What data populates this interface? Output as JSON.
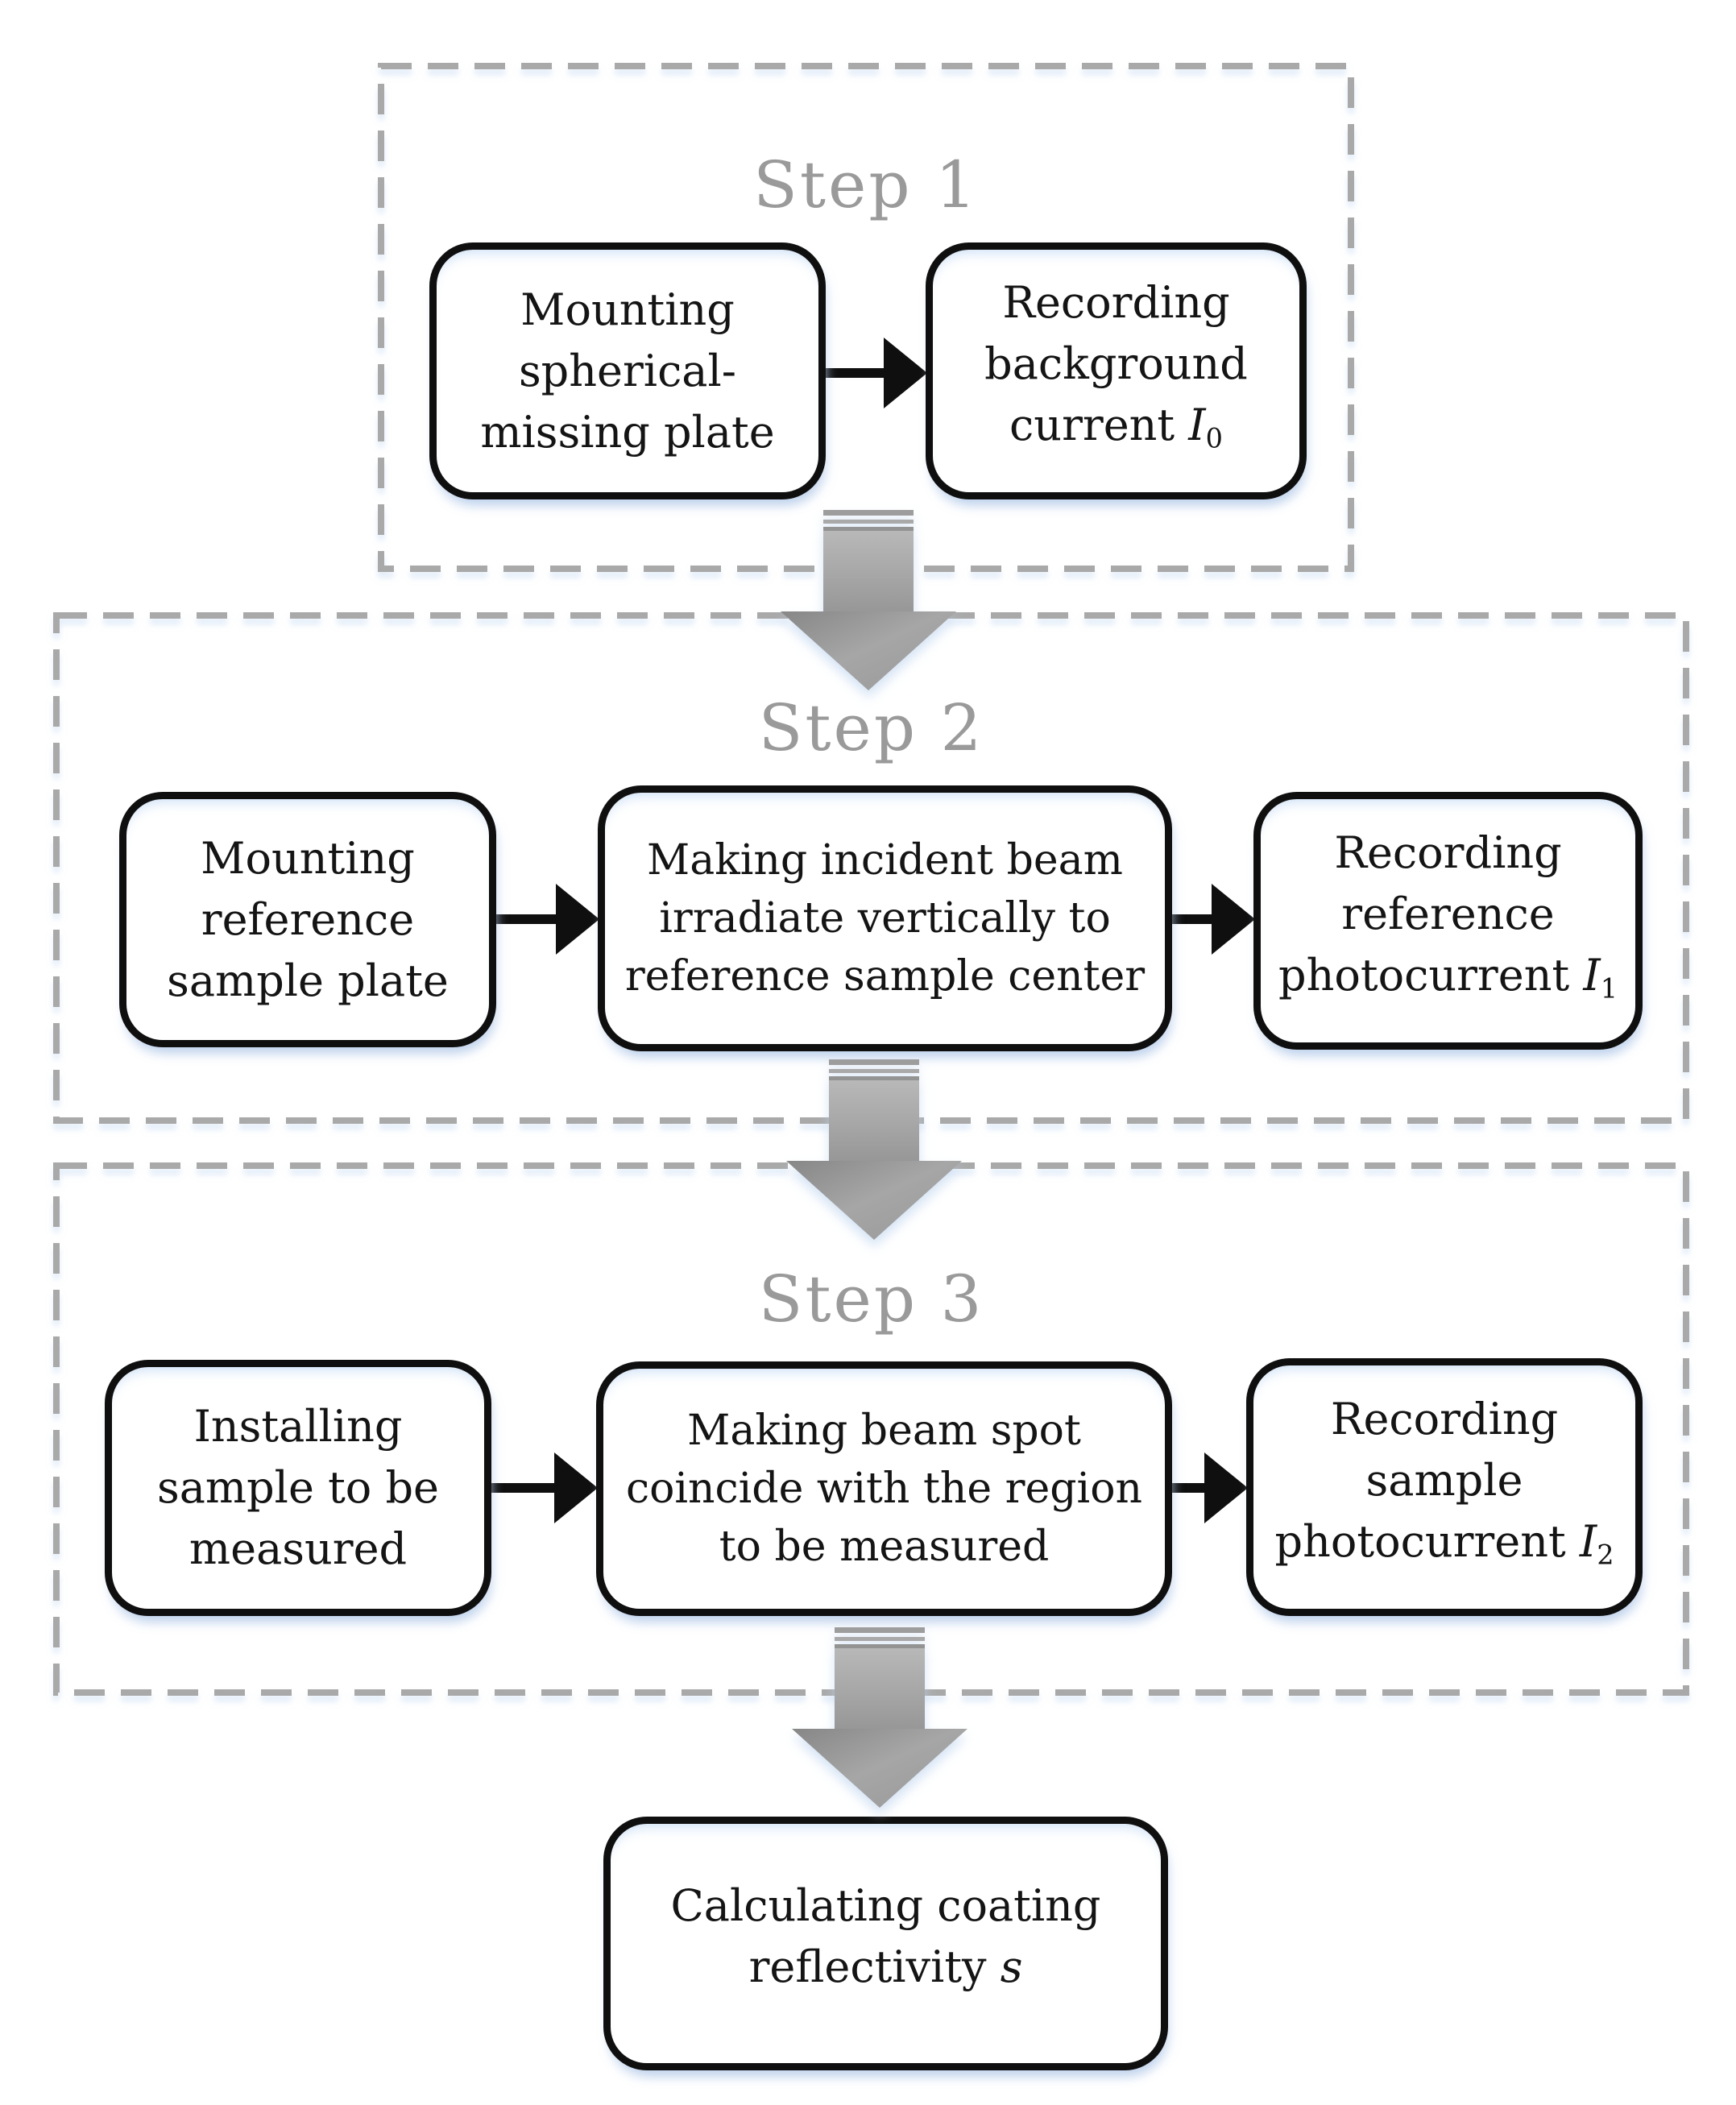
{
  "diagram": {
    "type": "flowchart",
    "colors": {
      "background": "#ffffff",
      "box_border": "#0f0f0f",
      "box_text": "#141414",
      "step_label": "#9a9a9a",
      "dashed_border": "#a9a9a9",
      "big_arrow_top": "#b8b8b8",
      "big_arrow_bottom": "#8a8a8a",
      "small_arrow": "#0f0f0f",
      "soft_shadow": "#c6daf2"
    }
  },
  "steps": [
    {
      "label": "Step 1",
      "boxes": [
        {
          "lines": [
            "Mounting",
            "spherical-",
            "missing plate"
          ]
        },
        {
          "lines": [
            "Recording",
            "background"
          ],
          "math_line": {
            "pre": "current ",
            "var": "I",
            "sub": "0"
          }
        }
      ]
    },
    {
      "label": "Step 2",
      "boxes": [
        {
          "lines": [
            "Mounting",
            "reference",
            "sample plate"
          ]
        },
        {
          "lines": [
            "Making incident beam",
            "irradiate vertically to",
            "reference sample center"
          ]
        },
        {
          "lines": [
            "Recording",
            "reference"
          ],
          "math_line": {
            "pre": "photocurrent ",
            "var": "I",
            "sub": "1"
          }
        }
      ]
    },
    {
      "label": "Step 3",
      "boxes": [
        {
          "lines": [
            "Installing",
            "sample to be",
            "measured"
          ]
        },
        {
          "lines": [
            "Making beam spot",
            "coincide with the region",
            "to be measured"
          ]
        },
        {
          "lines": [
            "Recording",
            "sample"
          ],
          "math_line": {
            "pre": "photocurrent ",
            "var": "I",
            "sub": "2"
          }
        }
      ]
    }
  ],
  "final_box": {
    "line1": "Calculating coating",
    "math_line": {
      "pre": "reflectivity ",
      "var": "s",
      "sub": ""
    }
  }
}
